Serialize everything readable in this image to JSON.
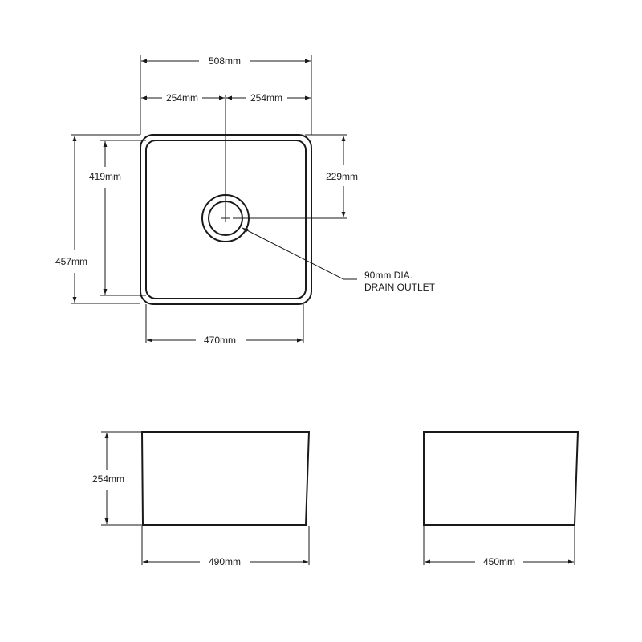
{
  "plan_view": {
    "overall_width": "508mm",
    "left_half": "254mm",
    "right_half": "254mm",
    "inner_depth": "419mm",
    "drain_offset": "229mm",
    "overall_depth": "457mm",
    "bottom_width": "470mm",
    "drain_note_line1": "90mm  DIA.",
    "drain_note_line2": "DRAIN OUTLET"
  },
  "front_view": {
    "height": "254mm",
    "width": "490mm"
  },
  "side_view": {
    "width": "450mm"
  }
}
